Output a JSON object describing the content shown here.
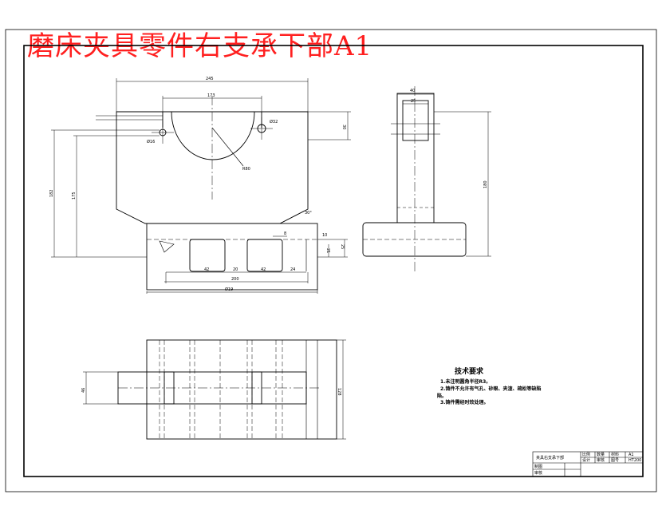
{
  "title": "磨床夹具零件右支承下部A1",
  "dimensions": {
    "front_top_width": "245",
    "front_slot_width": "173",
    "front_hole_left": "Ø16",
    "front_hole_right": "Ø32",
    "front_radius": "R80",
    "front_dim_right": "30",
    "front_height_left": "182",
    "front_height_inner": "175",
    "front_angle": "30°",
    "base_seg1": "42",
    "base_seg2": "20",
    "base_seg3": "42",
    "base_seg4": "24",
    "base_small": "8",
    "base_total": "200",
    "base_overall": "Ø19",
    "base_height": "25",
    "base_side1": "10",
    "base_side2": "21",
    "side_top_width": "40",
    "side_slot_width": "25",
    "side_height": "180",
    "top_view_height": "46",
    "top_view_width": "128"
  },
  "tech_requirements": {
    "title": "技术要求",
    "lines": [
      "1.未注明圆角半径R3。",
      "2.铸件不允许有气孔、砂眼、夹渣、疏松等缺陷",
      "陷。",
      "3.铸件需经时效处理。"
    ]
  },
  "title_block": {
    "part_name": "夹具右支承下部",
    "cells": [
      "比例",
      "数量",
      "材料",
      "A1",
      "设计",
      "审核",
      "图号",
      "HT200"
    ],
    "rows": [
      "制图",
      "审核"
    ]
  }
}
